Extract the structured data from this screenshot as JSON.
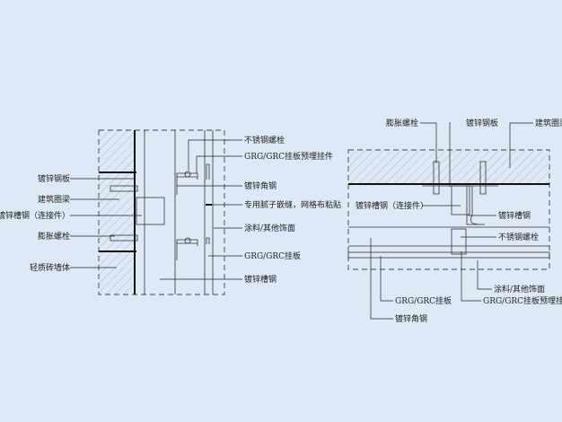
{
  "colors": {
    "background": "#dde9f6",
    "line": "#222222"
  },
  "left_section": {
    "labels_left": [
      "镀锌钢板",
      "建筑圈梁",
      "镀锌槽钢（连接件）",
      "膨胀螺栓",
      "轻质砖墙体"
    ],
    "labels_right": [
      "不锈钢螺栓",
      "GRG/GRC挂板预埋挂件",
      "镀锌角钢",
      "专用腻子嵌缝，网格布粘贴",
      "涂料/其他饰面",
      "GRG/GRC挂板",
      "镀锌槽钢"
    ]
  },
  "right_section": {
    "labels_top": [
      "膨胀螺栓",
      "镀锌钢板",
      "建筑圈梁"
    ],
    "labels": [
      "镀锌槽钢（连接件）",
      "镀锌槽钢",
      "不锈钢螺栓",
      "涂料/其他饰面",
      "GRG/GRC挂板预埋挂件",
      "GRG/GRC挂板",
      "镀锌角钢"
    ]
  }
}
